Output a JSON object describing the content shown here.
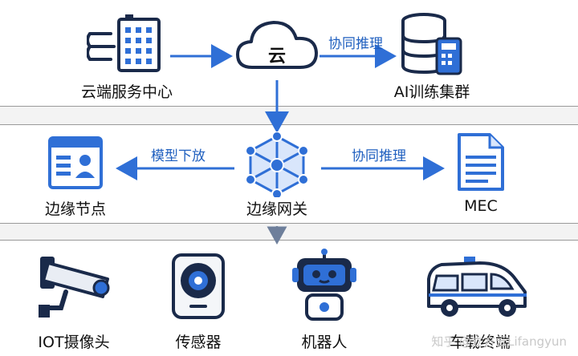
{
  "nodes": {
    "cloud_center": "云端服务中心",
    "cloud": "云",
    "ai_cluster": "AI训练集群",
    "edge_node": "边缘节点",
    "edge_gateway": "边缘网关",
    "mec": "MEC",
    "iot_camera": "IOT摄像头",
    "sensor": "传感器",
    "robot": "机器人",
    "vehicle_terminal": "车载终端"
  },
  "edges": {
    "cloud_to_ai": "协同推理",
    "gateway_to_edge": "模型下放",
    "gateway_to_mec": "协同推理"
  },
  "watermark": "知乎 @立方云Lifangyun",
  "colors": {
    "primary": "#2f6fd6",
    "dark": "#1a2a4a",
    "light": "#d9e6fb"
  }
}
